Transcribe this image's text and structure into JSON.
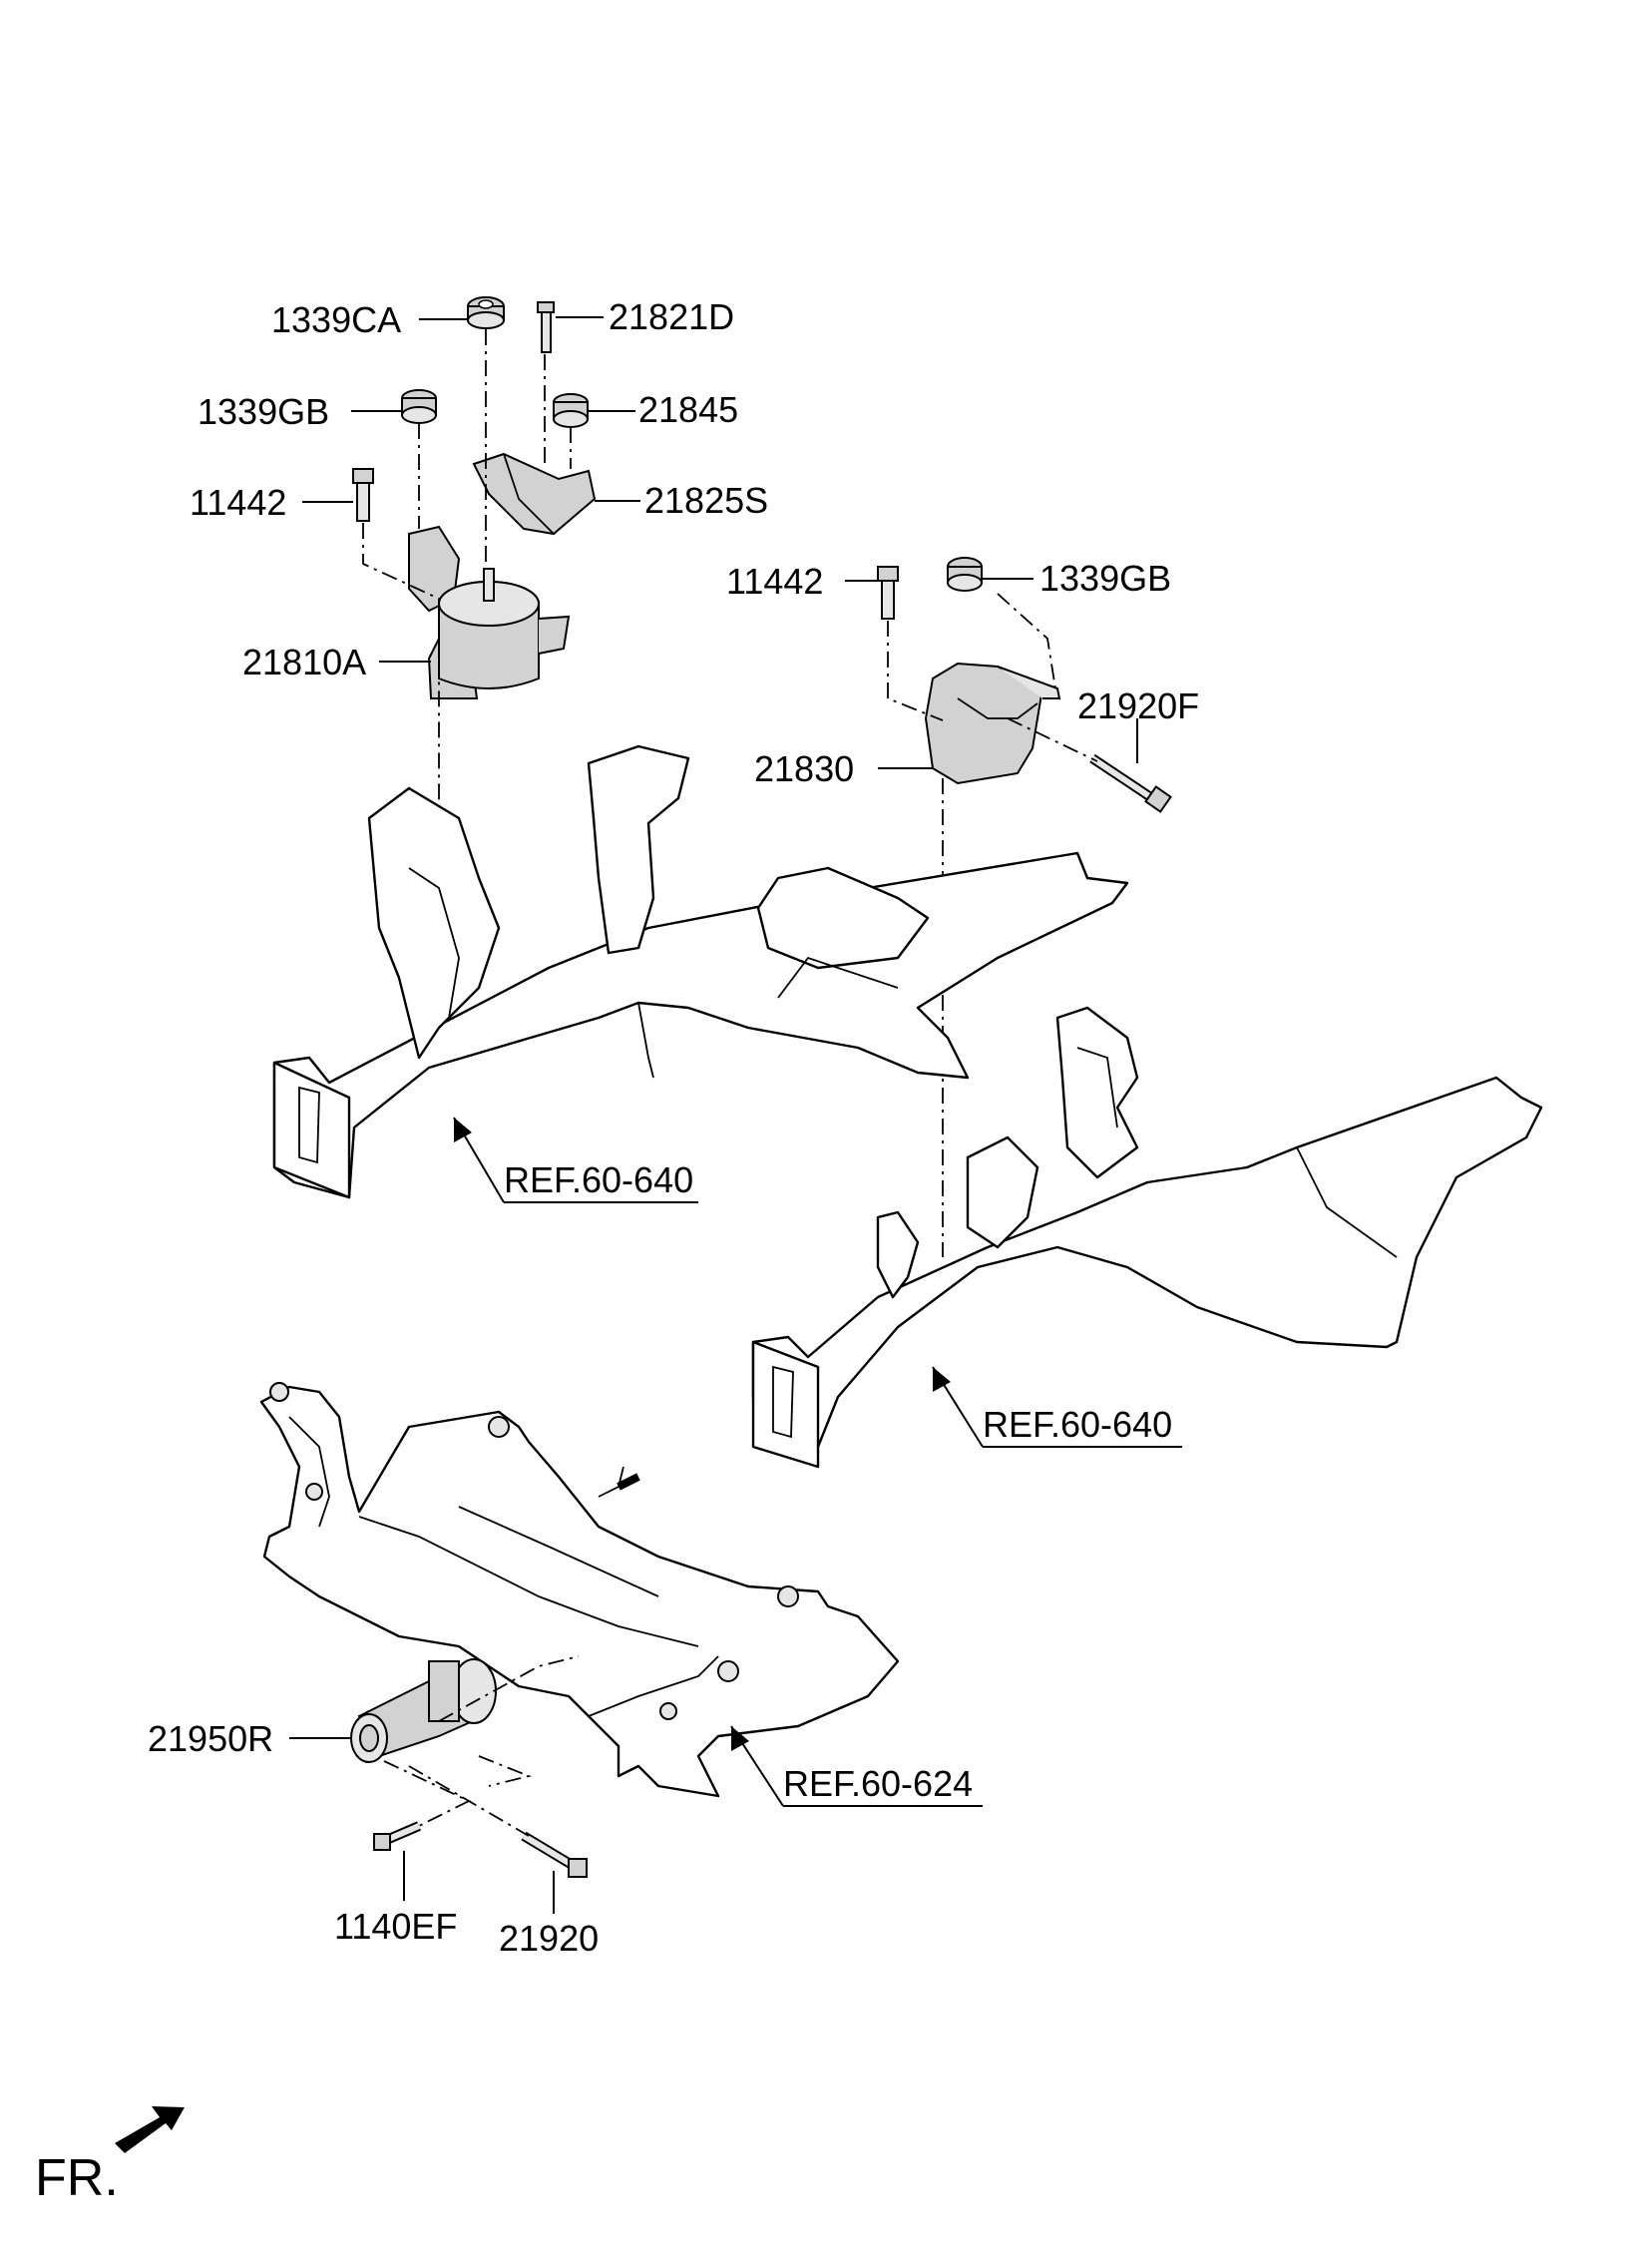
{
  "labels": {
    "p1339CA": "1339CA",
    "p21821D": "21821D",
    "p1339GB_left": "1339GB",
    "p21845": "21845",
    "p11442_left": "11442",
    "p21825S": "21825S",
    "p21810A": "21810A",
    "p11442_right": "11442",
    "p1339GB_right": "1339GB",
    "p21920F": "21920F",
    "p21830": "21830",
    "ref_left": "REF.60-640",
    "ref_right": "REF.60-640",
    "ref_subframe": "REF.60-624",
    "p21950R": "21950R",
    "p1140EF": "1140EF",
    "p21920": "21920",
    "front_indicator": "FR."
  }
}
